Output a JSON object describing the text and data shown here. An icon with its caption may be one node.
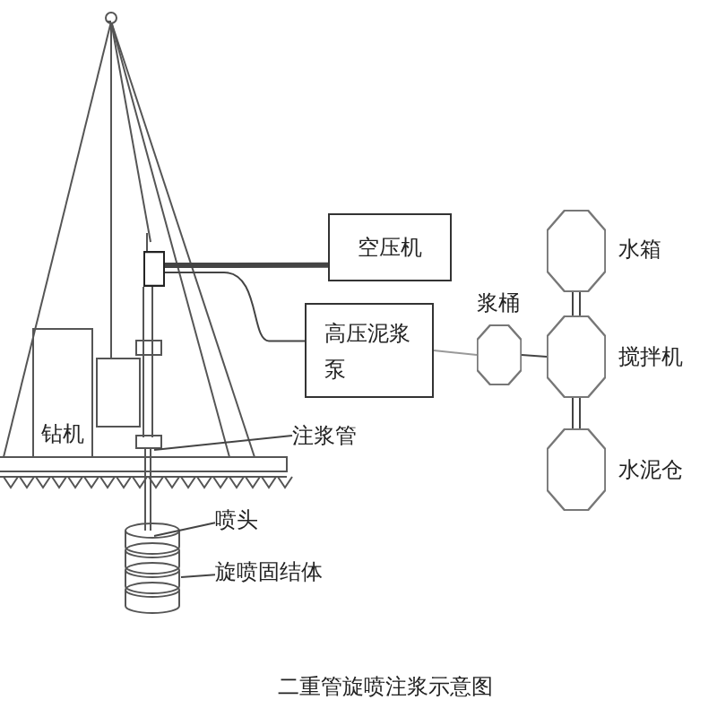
{
  "diagram": {
    "caption": "二重管旋喷注浆示意图",
    "nodes": [
      {
        "text": [
          "空压机"
        ]
      },
      {
        "text": [
          "高压泥浆泵"
        ]
      },
      {
        "text": [],
        "shape": "octagon",
        "beside": [
          "浆桶"
        ]
      },
      {
        "text": [],
        "shape": "octagon",
        "beside": [
          "水箱"
        ]
      },
      {
        "text": [],
        "shape": "octagon",
        "beside": [
          "搅拌机"
        ]
      },
      {
        "text": [],
        "shape": "octagon",
        "beside": [
          "水泥仓"
        ]
      },
      {
        "text": [
          "钻机"
        ]
      },
      {
        "text": [],
        "shape": "box"
      },
      {
        "text": [
          "注浆管"
        ]
      },
      {
        "text": [
          "喷头"
        ]
      },
      {
        "text": [
          "旋喷固结体"
        ]
      }
    ],
    "edges": [
      {
        "from": 7,
        "to": 0,
        "arrow": "none",
        "style": "thick"
      },
      {
        "from": 1,
        "to": 7,
        "arrow": "none"
      },
      {
        "from": 1,
        "to": 2,
        "arrow": "none",
        "color": "#999999"
      },
      {
        "from": 2,
        "to": 4,
        "arrow": "none"
      },
      {
        "from": 3,
        "to": 4,
        "arrow": "none"
      },
      {
        "from": 4,
        "to": 5,
        "arrow": "none"
      },
      {
        "from": 8,
        "to": null,
        "arrow": "none"
      },
      {
        "from": 9,
        "to": null,
        "arrow": "none"
      },
      {
        "from": 10,
        "to": null,
        "arrow": "none"
      }
    ]
  }
}
